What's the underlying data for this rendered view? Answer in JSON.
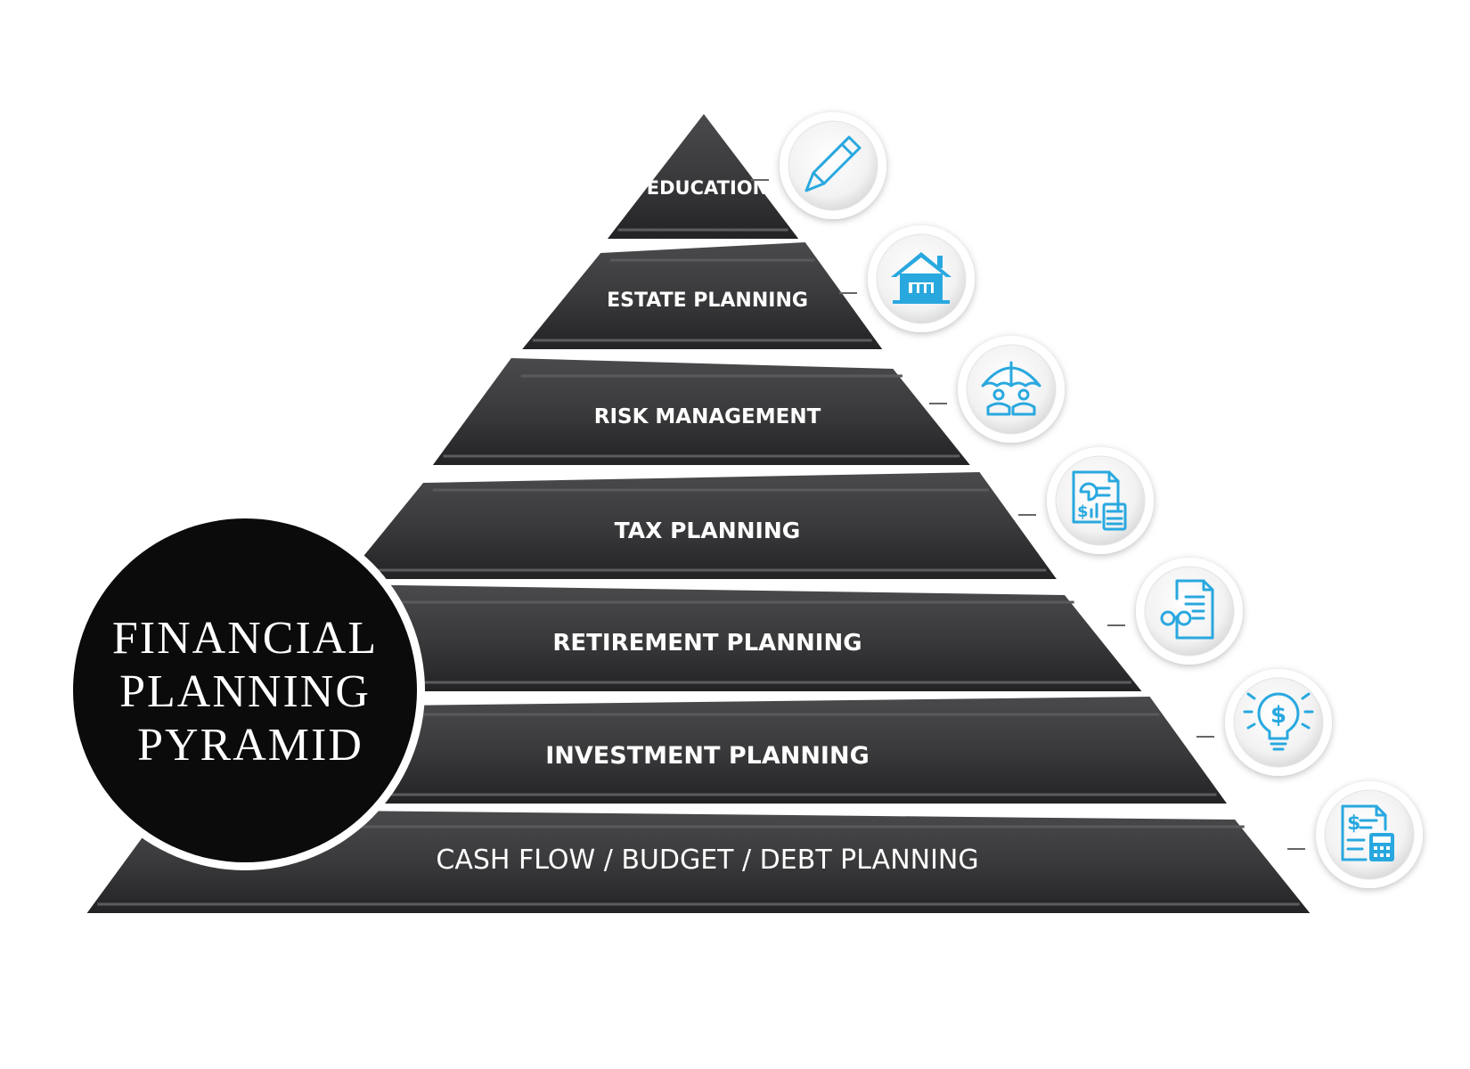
{
  "title": {
    "lines": [
      "FINANCIAL",
      "PLANNING",
      "PYRAMID"
    ]
  },
  "tiers": [
    {
      "label": "EDUCATION",
      "icon": "pencil-icon"
    },
    {
      "label": "ESTATE PLANNING",
      "icon": "house-icon"
    },
    {
      "label": "RISK MANAGEMENT",
      "icon": "umbrella-people-icon"
    },
    {
      "label": "TAX PLANNING",
      "icon": "tax-document-calculator-icon"
    },
    {
      "label": "RETIREMENT PLANNING",
      "icon": "document-glasses-icon"
    },
    {
      "label": "INVESTMENT PLANNING",
      "icon": "lightbulb-dollar-icon"
    },
    {
      "label": "CASH FLOW / BUDGET / DEBT PLANNING",
      "icon": "budget-calculator-icon"
    }
  ],
  "colors": {
    "tier": "#3c3c3e",
    "tier_dark": "#1e1e20",
    "accent": "#29a8df",
    "circle": "#0d0d0d"
  }
}
